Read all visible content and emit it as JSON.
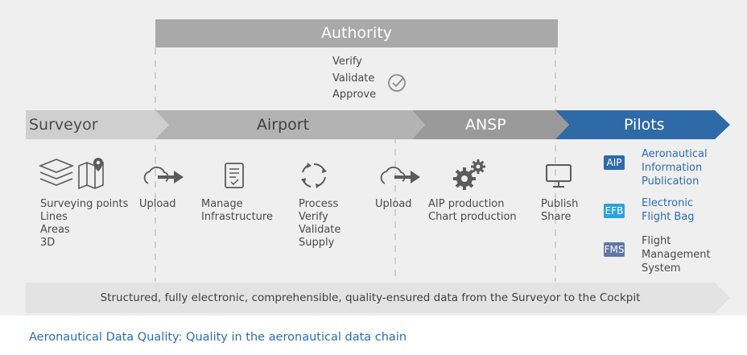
{
  "authority": {
    "label": "Authority"
  },
  "approval": {
    "lines": [
      "Verify",
      "Validate",
      "Approve"
    ],
    "icon": "check-circle-icon"
  },
  "stages": [
    {
      "label": "Surveyor",
      "color": "#cfcfcf"
    },
    {
      "label": "Airport",
      "color": "#b3b3b3"
    },
    {
      "label": "ANSP",
      "color": "#9a9a9a"
    },
    {
      "label": "Pilots",
      "color": "#2e6aa8"
    }
  ],
  "steps": {
    "surveyor": {
      "icon": "layers-map-icon",
      "lines": [
        "Surveying points",
        "Lines",
        "Areas",
        "3D"
      ]
    },
    "upload1": {
      "icon": "cloud-upload-icon",
      "label": "Upload"
    },
    "manage": {
      "icon": "document-check-icon",
      "lines": [
        "Manage",
        "Infrastructure"
      ]
    },
    "process": {
      "icon": "refresh-cycle-icon",
      "lines": [
        "Process",
        "Verify",
        "Validate",
        "Supply"
      ]
    },
    "upload2": {
      "icon": "cloud-upload-icon",
      "label": "Upload"
    },
    "production": {
      "icon": "gears-icon",
      "lines": [
        "AIP production",
        "Chart production"
      ]
    },
    "publish": {
      "icon": "monitor-icon",
      "lines": [
        "Publish",
        "Share"
      ]
    }
  },
  "pilots": [
    {
      "badge": "AIP",
      "lines": [
        "Aeronautical",
        "Information",
        "Publication"
      ],
      "color": "#2e6aa8"
    },
    {
      "badge": "EFB",
      "lines": [
        "Electronic",
        "Flight Bag"
      ],
      "color": "#2aa3dc"
    },
    {
      "badge": "FMS",
      "lines": [
        "Flight",
        "Management",
        "System"
      ],
      "color": "#6275a3"
    }
  ],
  "bottom_band": {
    "text": "Structured, fully electronic, comprehensible, quality-ensured data from the Surveyor to the Cockpit"
  },
  "caption": {
    "text": "Aeronautical Data Quality: Quality in the aeronautical data chain",
    "color": "#2a6db5"
  },
  "colors": {
    "icon": "#5b5b5b",
    "band": "#e3e3e3",
    "panel": "#efefef"
  }
}
